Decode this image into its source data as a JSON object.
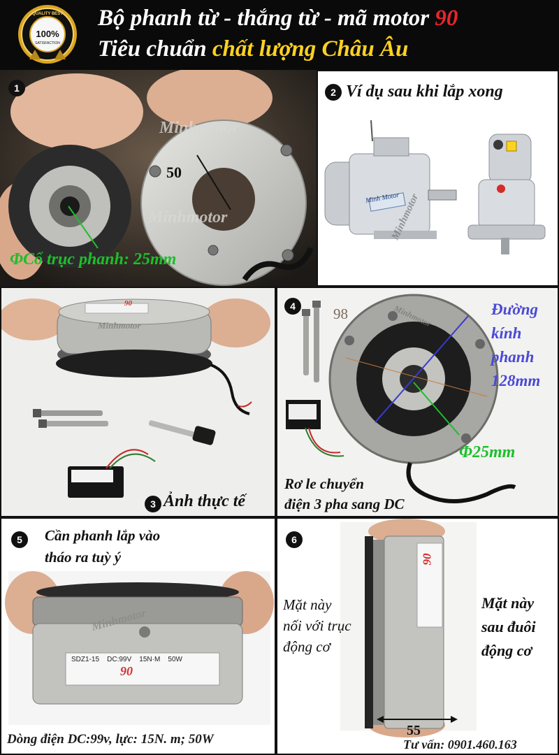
{
  "header": {
    "title_line1_prefix": "Bộ phanh từ - thắng từ - mã motor",
    "title_line1_highlight": "90",
    "title_line2_prefix": "Tiêu chuẩn",
    "title_line2_highlight": "chất lượng Châu Âu",
    "badge_number": "100%",
    "badge_text": "SATISFACTION",
    "badge_ring_text": "QUALITY BEST",
    "colors": {
      "highlight_red": "#e8252a",
      "highlight_yellow": "#ffd21f",
      "badge_gold": "#d9a520"
    }
  },
  "panel1": {
    "number": "1",
    "watermark": "Minhmotor",
    "dimension": "50",
    "caption": "ΦCổ trục phanh: 25mm",
    "caption_color": "#1dbf2a"
  },
  "panel2": {
    "number": "2",
    "caption": "Ví dụ sau khi lắp xong",
    "motor_label": "Minh Motor",
    "watermark": "Minhmotor"
  },
  "panel3": {
    "number": "3",
    "caption": "Ảnh thực tế",
    "label_90": "90",
    "watermark": "Minhmotor"
  },
  "panel4": {
    "number": "4",
    "dimension_98": "98",
    "diameter_lines": [
      "Đường",
      "kính",
      "phanh",
      "128mm"
    ],
    "diameter_color": "#4a49d6",
    "bore_label": "Φ25mm",
    "bore_color": "#1dbf2a",
    "relay_lines": [
      "Rơ le chuyển",
      "điện 3 pha sang DC"
    ],
    "watermark": "Minhmotor"
  },
  "panel5": {
    "number": "5",
    "caption_lines": [
      "Cần phanh lắp vào",
      "tháo ra tuỳ ý"
    ],
    "nameplate": {
      "model": "SDZ1-15",
      "voltage": "DC:99V",
      "torque": "15N·M",
      "power": "50W",
      "label_90": "90"
    },
    "watermark": "Minhmotor",
    "footer": "Dòng điện DC:99v, lực: 15N. m; 50W"
  },
  "panel6": {
    "number": "6",
    "left_lines": [
      "Mặt này",
      "nối với trục",
      "động cơ"
    ],
    "right_lines": [
      "Mặt này",
      "sau đuôi",
      "động cơ"
    ],
    "dimension": "55",
    "side_label": "90",
    "contact": "Tư vấn: 0901.460.163"
  }
}
